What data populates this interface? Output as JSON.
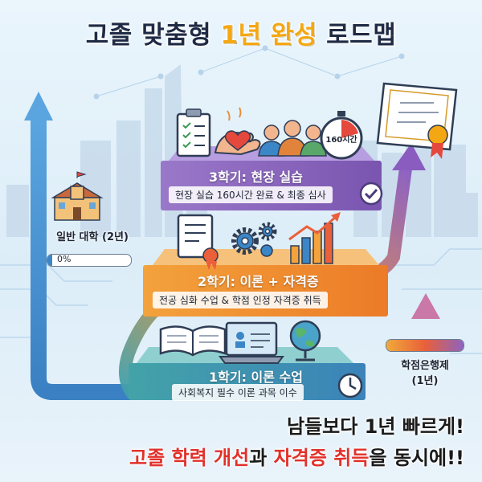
{
  "title": {
    "prefix": "고졸 맞춤형 ",
    "highlight": "1년 완성",
    "suffix": " 로드맵"
  },
  "steps": [
    {
      "title": "1학기: 이론 수업",
      "description": "사회복지 필수 이론 과목 이수",
      "color": "#3f95a8"
    },
    {
      "title": "2학기: 이론 + 자격증",
      "description": "전공 심화 수업 & 학점 인정 자격증 취득",
      "color": "#f08a2c"
    },
    {
      "title": "3학기: 현장 실습",
      "description": "현장 실습 160시간 완료 & 최종 심사",
      "color": "#8660b8"
    }
  ],
  "stopwatch_label": "160시간",
  "university": {
    "label": "일반 대학 (2년)",
    "progress_text": "0%",
    "progress": 0.06
  },
  "credit_bank": {
    "label_line1": "학점은행제",
    "label_line2": "(1년)",
    "progress": 1.0
  },
  "slogan": {
    "line1": "남들보다 1년 빠르게!",
    "line2_red1": "고졸 학력 개선",
    "line2_mid": "과 ",
    "line2_red2": "자격증 취득",
    "line2_end": "을 동시에!!"
  },
  "colors": {
    "step1": "#3f95a8",
    "step2": "#f08a2c",
    "step3": "#8660b8",
    "blue_arrow": "#2f6fb3",
    "credit_arrow": "#9a6ab8",
    "highlight": "#f3a712",
    "accent_red": "#e2302a"
  },
  "icons": [
    "checklist-icon",
    "heart-hand-icon",
    "people-icon",
    "stopwatch-icon",
    "contract-icon",
    "gears-icon",
    "bar-chart-icon",
    "book-icon",
    "laptop-icon",
    "globe-icon",
    "clock-icon",
    "check-icon",
    "certificate-icon",
    "school-building-icon"
  ]
}
